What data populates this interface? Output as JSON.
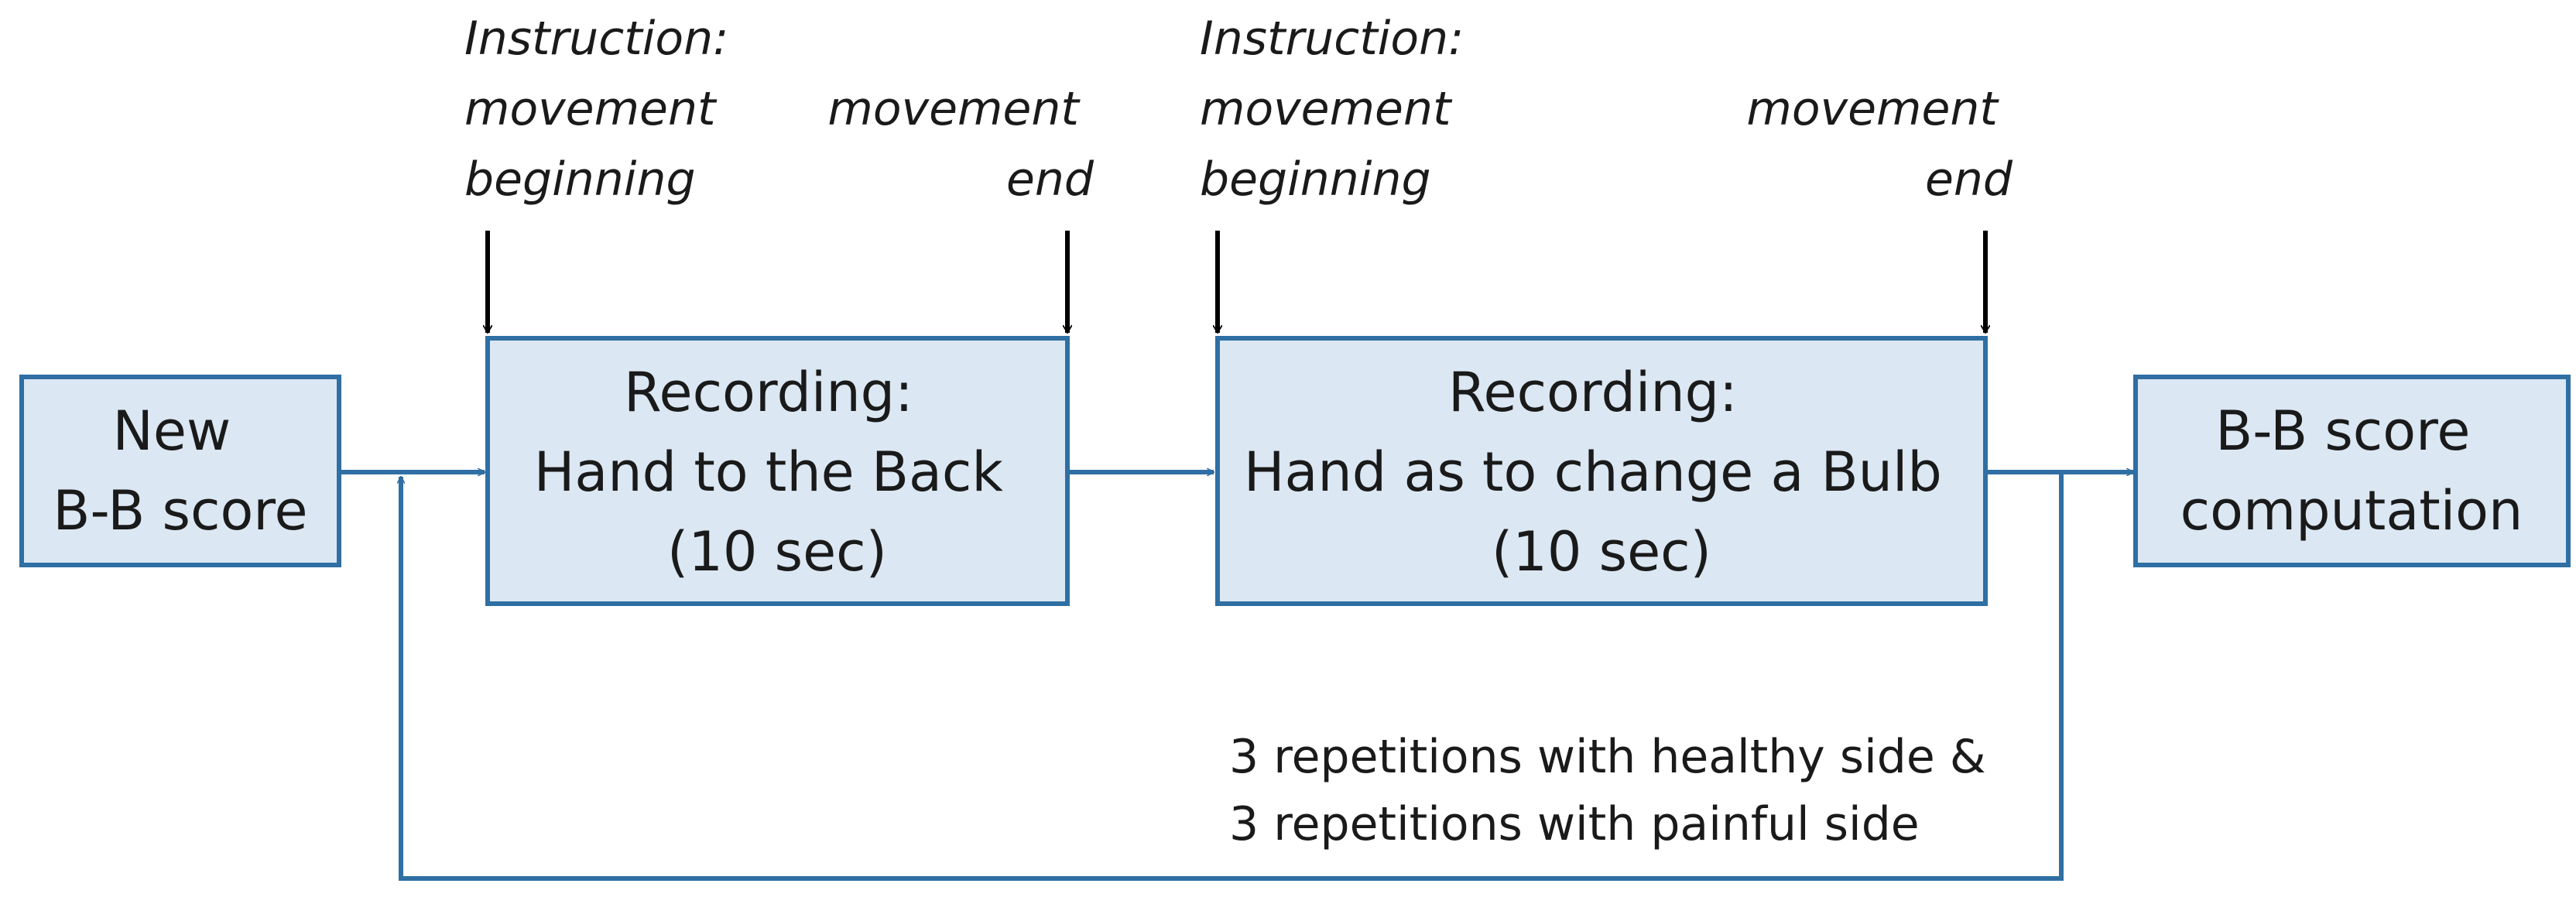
{
  "boxes": {
    "start": {
      "lines": [
        "New",
        "B-B score"
      ]
    },
    "recording_back": {
      "lines": [
        "Recording:",
        "Hand to the Back",
        "(10 sec)"
      ]
    },
    "recording_bulb": {
      "lines": [
        "Recording:",
        "Hand as to change a Bulb",
        "(10 sec)"
      ]
    },
    "computation": {
      "lines": [
        "B-B score",
        "computation"
      ]
    }
  },
  "markers": {
    "back_begin": {
      "lines": [
        "Instruction:",
        "movement",
        "beginning"
      ]
    },
    "back_end": {
      "lines": [
        "movement",
        "end"
      ]
    },
    "bulb_begin": {
      "lines": [
        "Instruction:",
        "movement",
        "beginning"
      ]
    },
    "bulb_end": {
      "lines": [
        "movement",
        "end"
      ]
    }
  },
  "loop_note": {
    "lines": [
      "3 repetitions with healthy side &",
      "3 repetitions with painful side"
    ]
  },
  "colors": {
    "box_fill": "#dbe7f3",
    "box_stroke": "#2f6fa3",
    "flow_arrow": "#2f6fa3",
    "marker_arrow": "#000000"
  }
}
